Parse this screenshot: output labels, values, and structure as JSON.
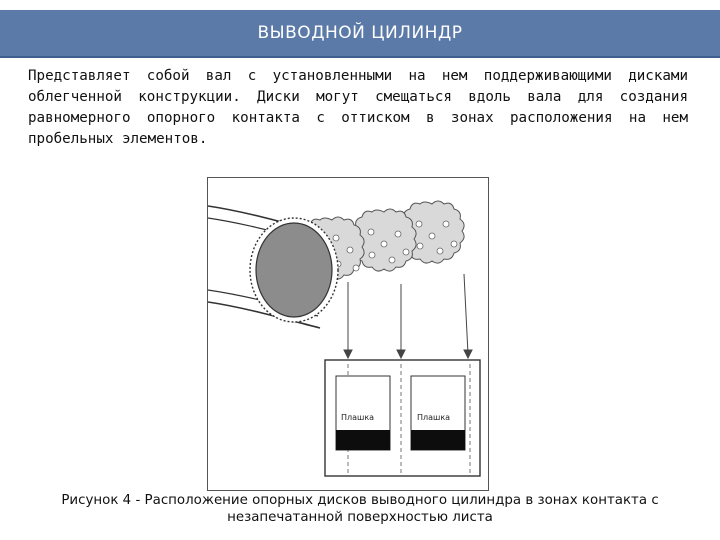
{
  "header": {
    "title": "ВЫВОДНОЙ ЦИЛИНДР",
    "bar_color": "#5b7aa8"
  },
  "body": {
    "paragraph": "Представляет собой вал с установленными на нем поддерживающими дисками облегченной конструкции. Диски могут смещаться вдоль вала для создания равномерного опорного контакта с оттиском в зонах расположения на нем пробельных элементов."
  },
  "figure": {
    "die_label_left": "Плашка",
    "die_label_right": "Плашка"
  },
  "caption": {
    "line1": "Рисунок 4 - Расположение опорных дисков выводного цилиндра в зонах контакта с",
    "line2": "незапечатанной поверхностью листа"
  }
}
